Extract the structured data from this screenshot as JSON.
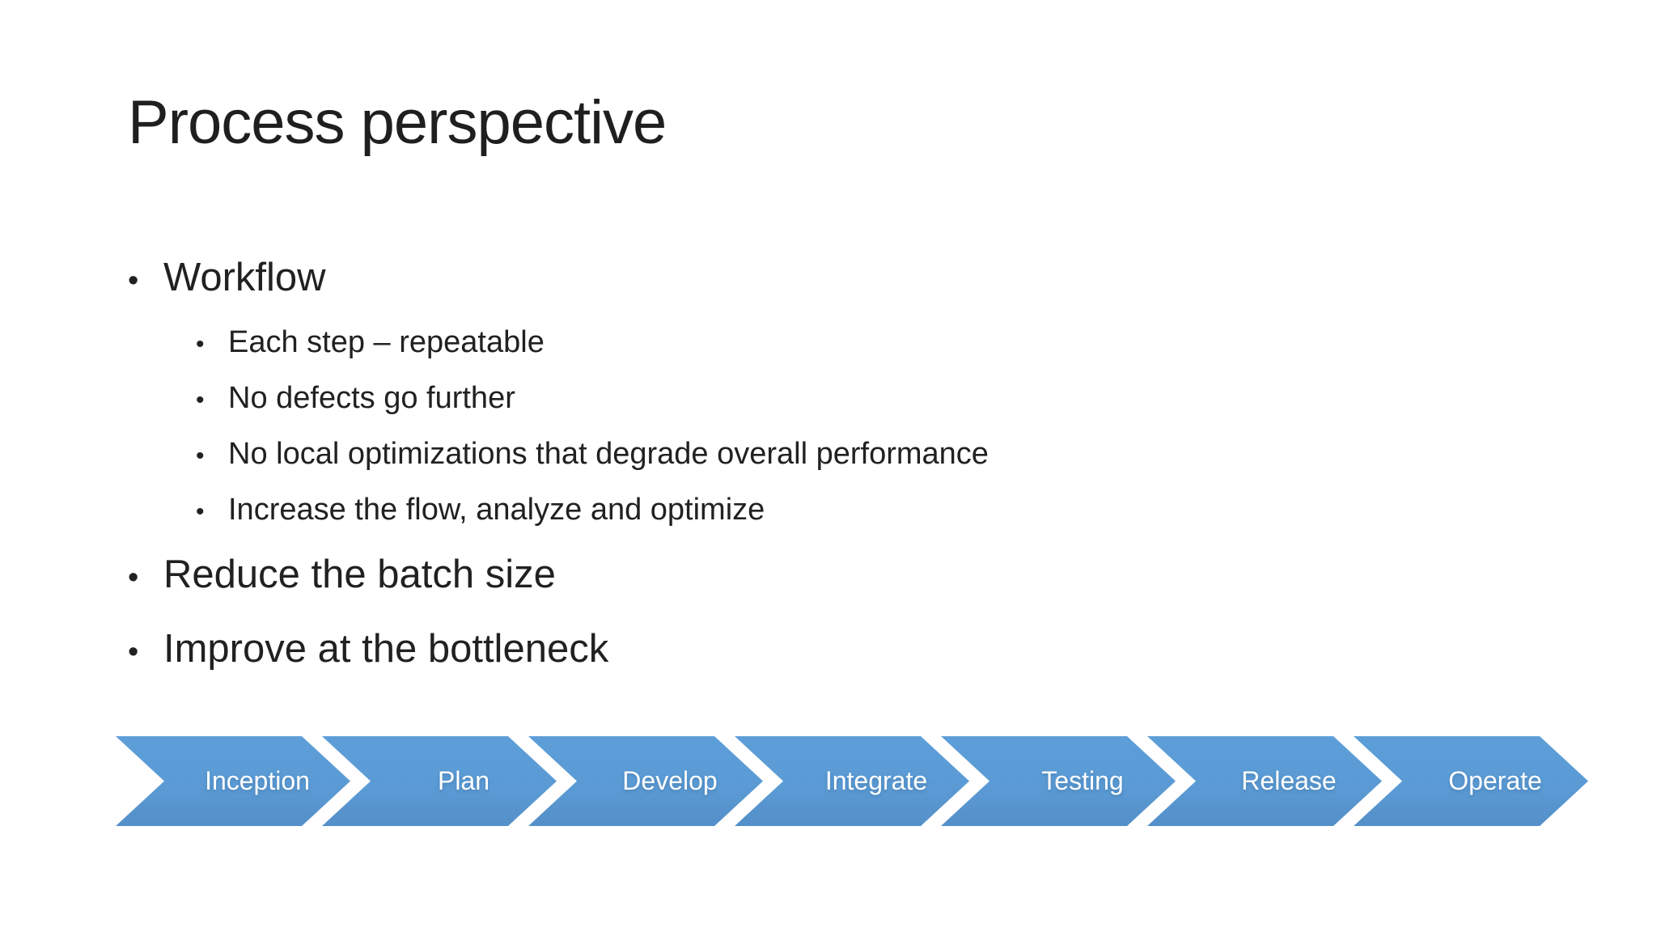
{
  "slide": {
    "title": "Process perspective",
    "bullets": [
      {
        "level": 1,
        "text": "Workflow"
      },
      {
        "level": 2,
        "text": "Each step – repeatable"
      },
      {
        "level": 2,
        "text": "No defects go further"
      },
      {
        "level": 2,
        "text": "No local optimizations that degrade overall performance"
      },
      {
        "level": 2,
        "text": "Increase the flow, analyze and optimize"
      },
      {
        "level": 1,
        "text": "Reduce the batch size"
      },
      {
        "level": 1,
        "text": "Improve at the bottleneck"
      }
    ],
    "bullet_marker": "•"
  },
  "process": {
    "steps": [
      {
        "label": "Inception"
      },
      {
        "label": "Plan"
      },
      {
        "label": "Develop"
      },
      {
        "label": "Integrate"
      },
      {
        "label": "Testing"
      },
      {
        "label": "Release"
      },
      {
        "label": "Operate"
      }
    ]
  },
  "colors": {
    "chevron_blue": "#5B9BD5",
    "chevron_text": "#FFFFFF",
    "body_text": "#212121",
    "background": "#FFFFFF"
  }
}
